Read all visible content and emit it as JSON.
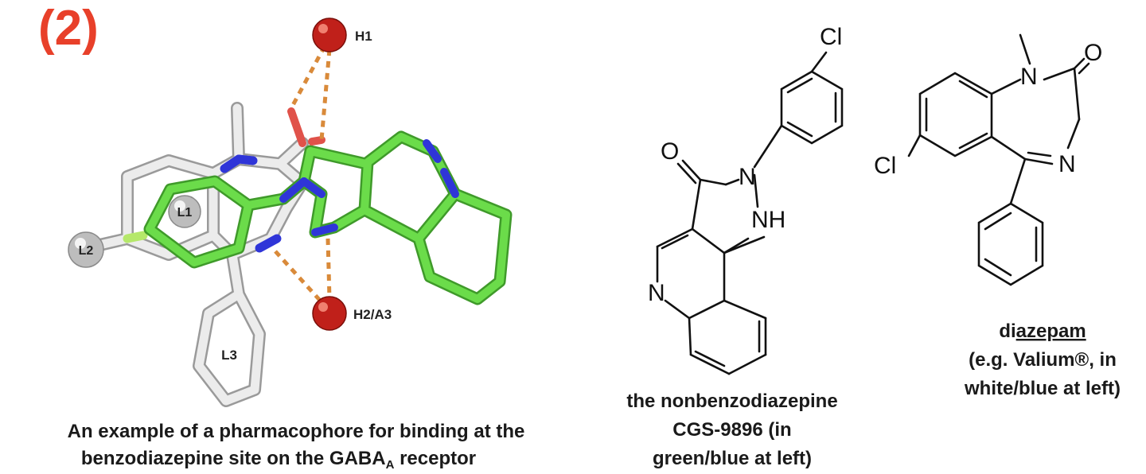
{
  "figure": {
    "panel_label": "(2)",
    "colors": {
      "panel_label": "#e8402a",
      "ligand_green": "#6bdc4a",
      "nitrogen_blue": "#2f35d8",
      "oxygen_red": "#e0524a",
      "hbond_orange": "#d98a3a",
      "sphere_red": "#c0201a",
      "sphere_grey": "#bdbdbd",
      "diazepam_white": "#e4e4e4"
    },
    "model_labels": {
      "h1": "H1",
      "h2a3": "H2/A3",
      "l1": "L1",
      "l2": "L2",
      "l3": "L3"
    },
    "caption_left": {
      "line1": "An example of a pharmacophore for binding at the",
      "line2_pre": "benzodiazepine site on the GABA",
      "line2_sub": "A",
      "line2_post": " receptor"
    },
    "structure_middle": {
      "atoms": {
        "cl": "Cl",
        "o": "O",
        "n2": "N",
        "nh": "NH",
        "n_ring": "N"
      },
      "caption": [
        "the nonbenzodiazepine",
        "CGS-9896 (in",
        "green/blue at left)"
      ]
    },
    "structure_right": {
      "atoms": {
        "o": "O",
        "n1": "N",
        "n4": "N",
        "cl": "Cl"
      },
      "name_pre": "di",
      "name_underlined": "azepam",
      "caption": [
        "(e.g. Valium®, in",
        "white/blue at left)"
      ]
    }
  }
}
